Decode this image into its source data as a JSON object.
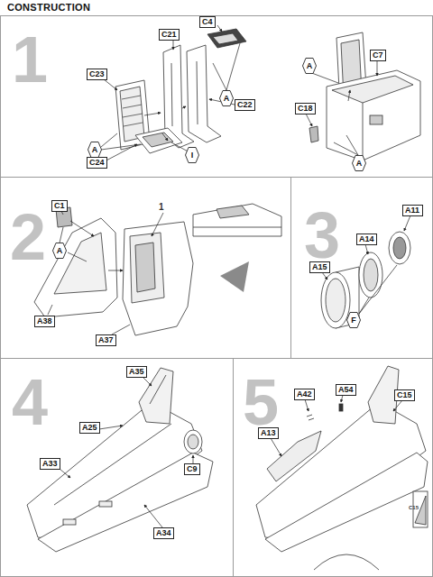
{
  "diagram": {
    "title": "CONSTRUCTION",
    "nodes": [
      {
        "text": [
          "1"
        ]
      },
      {
        "text": [
          "C4"
        ],
        "in": 0
      },
      {
        "text": [
          "C21"
        ],
        "in": 0
      },
      {
        "text": [
          "A"
        ],
        "in": 0
      },
      {
        "text": [
          "C23"
        ],
        "in": 0
      },
      {
        "text": [
          "C22"
        ],
        "in": 0
      },
      {
        "text": [
          "A"
        ],
        "in": 0
      },
      {
        "text": [
          "I"
        ],
        "in": 0
      },
      {
        "text": [
          "C24"
        ],
        "in": 0
      },
      {
        "text": [
          "C7"
        ],
        "in": 0
      },
      {
        "text": [
          "A"
        ],
        "in": 0
      },
      {
        "text": [
          "C18"
        ],
        "in": 0
      },
      {
        "text": [
          "A"
        ],
        "in": 0
      },
      {
        "text": [
          "2"
        ]
      },
      {
        "text": [
          "C1"
        ],
        "in": 13
      },
      {
        "text": [
          "A"
        ],
        "in": 13
      },
      {
        "text": [
          "A38"
        ],
        "in": 13
      },
      {
        "text": [
          "A37"
        ],
        "in": 13
      },
      {
        "text": [
          "3"
        ]
      },
      {
        "text": [
          "A11"
        ],
        "in": 18
      },
      {
        "text": [
          "A14"
        ],
        "in": 18
      },
      {
        "text": [
          "A15"
        ],
        "in": 18
      },
      {
        "text": [
          "F"
        ],
        "in": 18
      },
      {
        "text": [
          "4"
        ]
      },
      {
        "text": [
          "A35"
        ],
        "in": 23
      },
      {
        "text": [
          "A25"
        ],
        "in": 23
      },
      {
        "text": [
          "A33"
        ],
        "in": 23
      },
      {
        "text": [
          "C9"
        ],
        "in": 23
      },
      {
        "text": [
          "A34"
        ],
        "in": 23
      },
      {
        "text": [
          "5"
        ]
      },
      {
        "text": [
          "A42"
        ],
        "in": 29
      },
      {
        "text": [
          "A54"
        ],
        "in": 29
      },
      {
        "text": [
          "C15"
        ],
        "in": 29
      },
      {
        "text": [
          "A13"
        ],
        "in": 29
      }
    ],
    "labels": [
      "1",
      "C15"
    ]
  }
}
